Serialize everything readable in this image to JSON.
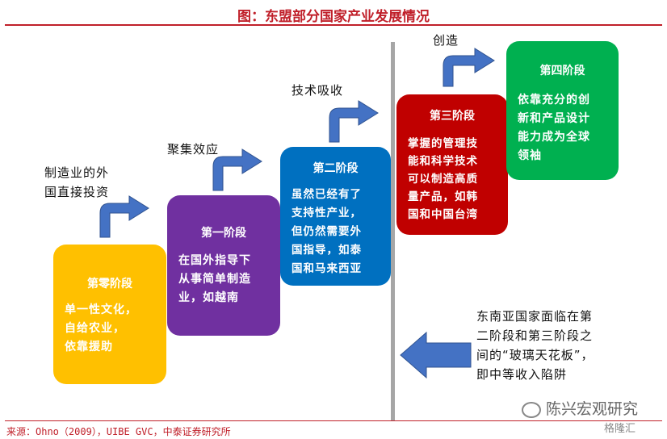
{
  "title": "图：东盟部分国家产业发展情况",
  "source": "来源：Ohno（2009），UIBE GVC，中泰证券研究所",
  "stages": [
    {
      "title": "第零阶段",
      "lines": [
        "单一性文化，",
        "自给农业，",
        "依靠援助"
      ],
      "color": "#ffc000"
    },
    {
      "title": "第一阶段",
      "lines": [
        "在国外指导下",
        "从事简单制造",
        "业，如越南"
      ],
      "color": "#7030a0"
    },
    {
      "title": "第二阶段",
      "lines": [
        "虽然已经有了",
        "支持性产业，",
        "但仍然需要外",
        "国指导，如泰",
        "国和马来西亚"
      ],
      "color": "#0070c0"
    },
    {
      "title": "第三阶段",
      "lines": [
        "掌握的管理技",
        "能和科学技术",
        "可以制造高质",
        "量产品，如韩",
        "国和中国台湾"
      ],
      "color": "#c00000"
    },
    {
      "title": "第四阶段",
      "lines": [
        "依靠充分的创",
        "新和产品设计",
        "能力成为全球",
        "领袖"
      ],
      "color": "#00b050"
    }
  ],
  "transitions": [
    {
      "lines": [
        "制造业的外",
        "国直接投资"
      ]
    },
    {
      "lines": [
        "聚集效应"
      ]
    },
    {
      "lines": [
        "技术吸收"
      ]
    },
    {
      "lines": [
        "创造"
      ]
    }
  ],
  "note": {
    "lines": [
      "东南亚国家面临在第",
      "二阶段和第三阶段之",
      "间的“玻璃天花板”，",
      "即中等收入陷阱"
    ]
  },
  "watermark": {
    "text": "陈兴宏观研究",
    "sub": "格隆汇"
  },
  "arrow_color": "#4472c4"
}
